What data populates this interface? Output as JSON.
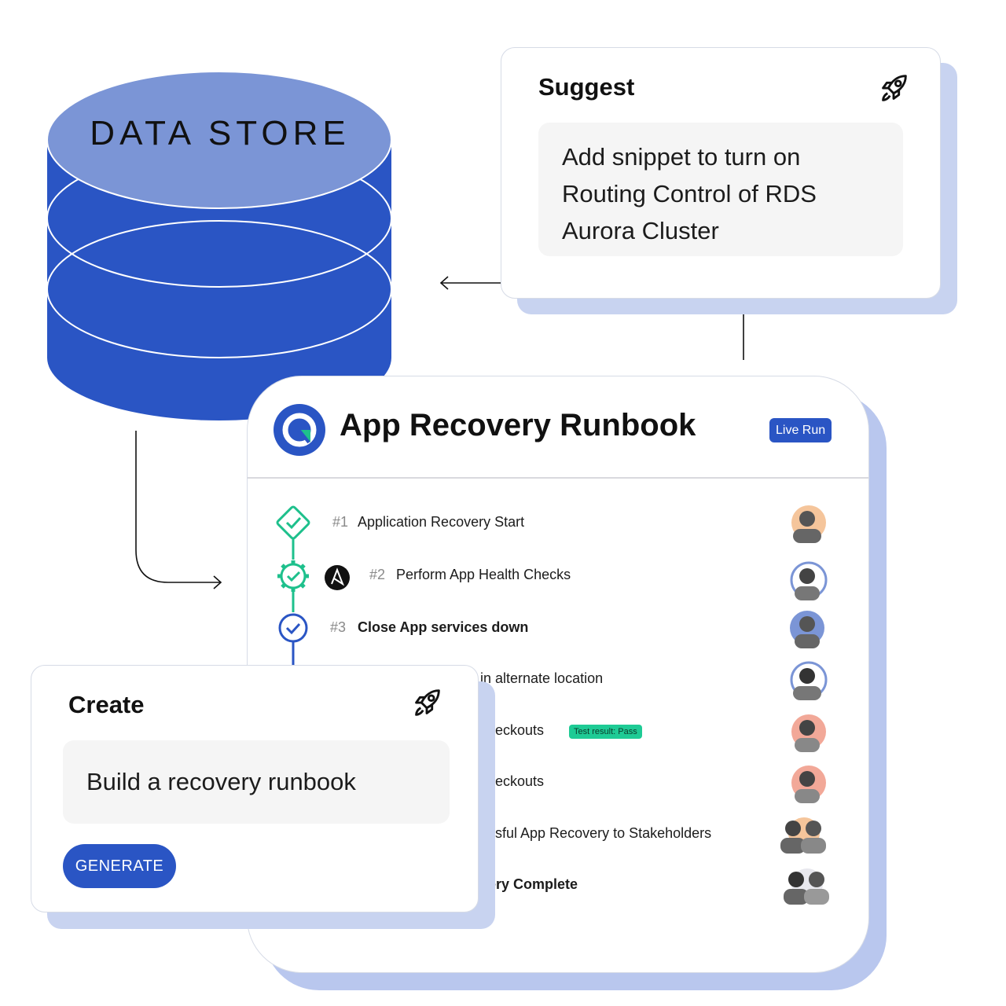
{
  "data_store": {
    "label": "DATA STORE"
  },
  "suggest": {
    "title": "Suggest",
    "icon": "rocket-icon",
    "text": "Add snippet to turn on Routing Control of RDS Aurora Cluster"
  },
  "runbook": {
    "title": "App Recovery Runbook",
    "badge": "Live Run",
    "steps": [
      {
        "num": "#1",
        "text": "Application Recovery Start",
        "bold": false
      },
      {
        "num": "#2",
        "text": "Perform App Health Checks",
        "bold": false
      },
      {
        "num": "#3",
        "text": "Close App services down",
        "bold": true
      },
      {
        "num": "",
        "text": "in alternate location",
        "bold": false
      },
      {
        "num": "",
        "text": "checkouts",
        "bold": false,
        "badge": "Test result: Pass"
      },
      {
        "num": "",
        "text": "checkouts",
        "bold": false
      },
      {
        "num": "",
        "text": "essful App Recovery to Stakeholders",
        "bold": false
      },
      {
        "num": "",
        "text": "very Complete",
        "bold": true
      }
    ]
  },
  "create": {
    "title": "Create",
    "icon": "rocket-icon",
    "text": "Build a recovery runbook",
    "button": "GENERATE"
  },
  "colors": {
    "blue": "#2a55c4",
    "light_blue": "#7b95d6",
    "green": "#1ec08c",
    "shadow": "#c8d3f0"
  }
}
